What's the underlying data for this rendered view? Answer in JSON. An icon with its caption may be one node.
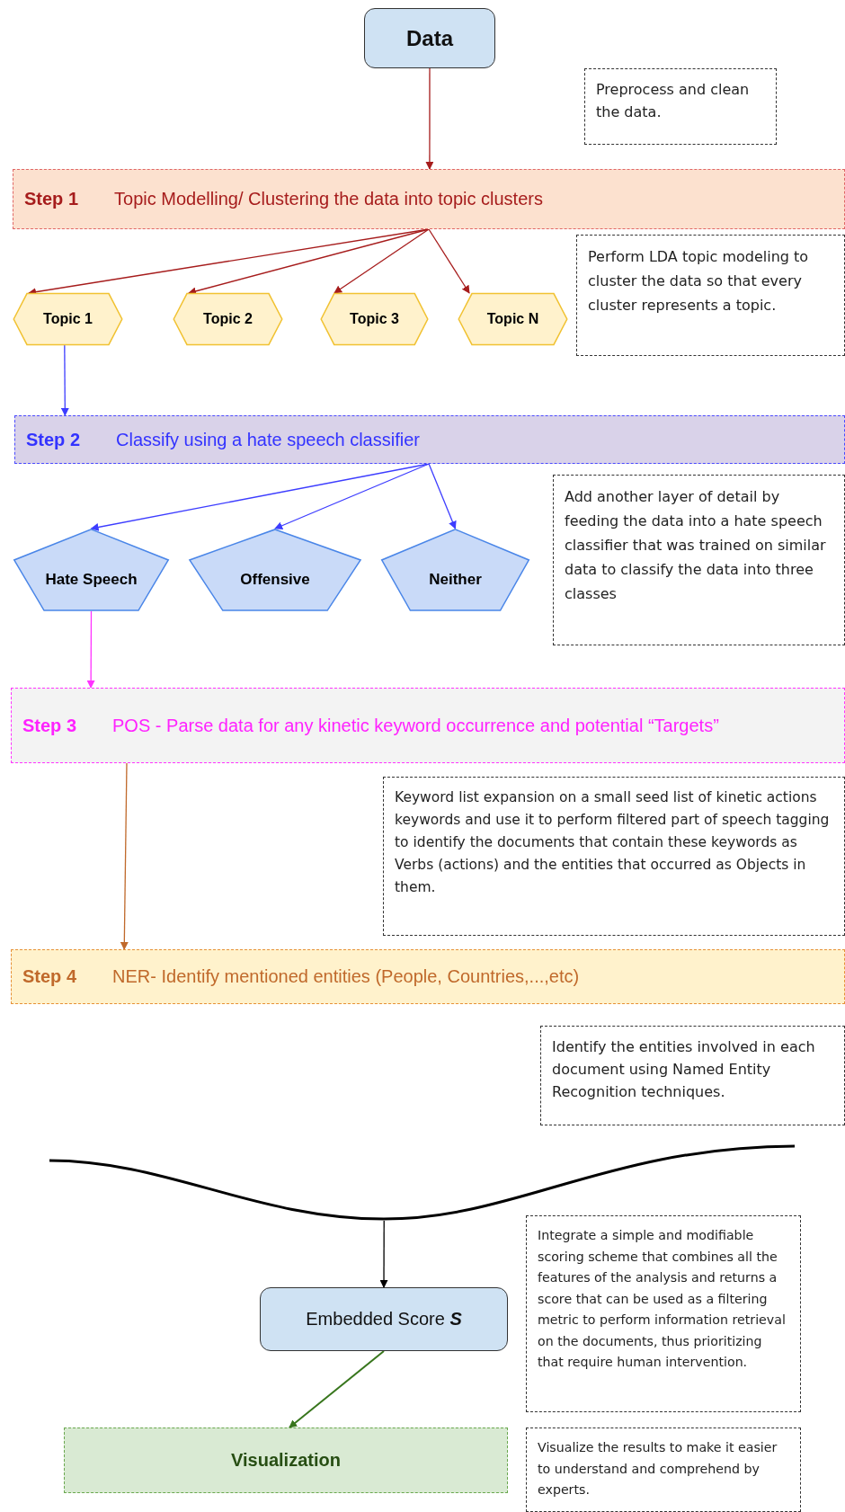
{
  "diagram": {
    "nodes": [
      {
        "text": [
          "Data"
        ]
      },
      {
        "text": [
          "Preprocess and clean the data."
        ]
      },
      {
        "text": [
          "Step 1",
          "Topic Modelling/ Clustering the data into topic clusters"
        ]
      },
      {
        "text": [
          "Topic 1"
        ]
      },
      {
        "text": [
          "Topic 2"
        ]
      },
      {
        "text": [
          "Topic 3"
        ]
      },
      {
        "text": [
          "Topic N"
        ]
      },
      {
        "text": [
          "Perform LDA topic modeling to cluster the data so that every cluster represents a topic."
        ]
      },
      {
        "text": [
          "Step 2",
          "Classify using a hate speech classifier"
        ]
      },
      {
        "text": [
          "Hate Speech"
        ]
      },
      {
        "text": [
          "Offensive"
        ]
      },
      {
        "text": [
          "Neither"
        ]
      },
      {
        "text": [
          "Add another layer of detail by feeding the data into a hate speech classifier that was trained on similar data to classify the data into three classes"
        ]
      },
      {
        "text": [
          "Step 3",
          "POS - Parse data for any kinetic keyword occurrence and potential “Targets”"
        ]
      },
      {
        "text": [
          "Keyword list expansion on a small seed list of kinetic actions keywords and use it to perform filtered part of speech tagging to identify the documents that contain these keywords as Verbs (actions) and the entities that occurred as Objects in them."
        ]
      },
      {
        "text": [
          "Step 4",
          "NER- Identify mentioned entities (People, Countries,...,etc)"
        ]
      },
      {
        "text": [
          "Identify the entities involved in each document using Named Entity Recognition techniques."
        ]
      },
      {
        "text": [],
        "shape": "line"
      },
      {
        "text": [
          "Embedded Score **S**"
        ]
      },
      {
        "text": [
          "Integrate a simple and modifiable scoring scheme that combines all the features of the analysis and returns a score that can be used as a filtering metric to perform information retrieval on the documents, thus prioritizing that require human intervention."
        ]
      },
      {
        "text": [
          "Visualization"
        ]
      },
      {
        "text": [
          "Visualize the results to make it easier to understand and comprehend by experts."
        ]
      }
    ],
    "edges": [
      {
        "from": 0,
        "to": 2,
        "arrow": "to",
        "color": "#a61c1c"
      },
      {
        "from": 2,
        "to": 3,
        "arrow": "to",
        "color": "#a61c1c"
      },
      {
        "from": 2,
        "to": 4,
        "arrow": "to",
        "color": "#a61c1c"
      },
      {
        "from": 2,
        "to": 5,
        "arrow": "to",
        "color": "#a61c1c"
      },
      {
        "from": 2,
        "to": 6,
        "arrow": "to",
        "color": "#a61c1c"
      },
      {
        "from": 3,
        "to": 8,
        "arrow": "to",
        "color": "#3d3dff"
      },
      {
        "from": 8,
        "to": 9,
        "arrow": "to",
        "color": "#3d3dff"
      },
      {
        "from": 8,
        "to": 10,
        "arrow": "to",
        "color": "#3d3dff"
      },
      {
        "from": 8,
        "to": 11,
        "arrow": "to",
        "color": "#3d3dff"
      },
      {
        "from": 9,
        "to": 13,
        "arrow": "to",
        "color": "#ff33ff"
      },
      {
        "from": 13,
        "to": 15,
        "arrow": "to",
        "color": "#c0692b"
      },
      {
        "from": 17,
        "to": 18,
        "arrow": "to",
        "color": "#000000"
      },
      {
        "from": 18,
        "to": 20,
        "arrow": "to",
        "color": "#38761d"
      }
    ]
  }
}
